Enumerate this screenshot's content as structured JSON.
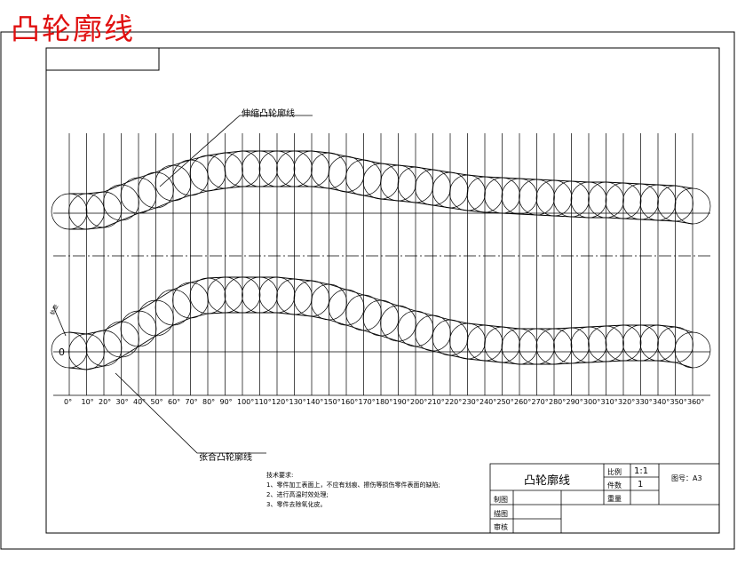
{
  "title": "凸轮廓线",
  "labels": {
    "upper_curve": "伸缩凸轮廓线",
    "lower_curve": "张合凸轮廓线",
    "origin": "0",
    "side_mark": "轨迹"
  },
  "angle_ticks": [
    "0°",
    "10°",
    "20°",
    "30°",
    "40°",
    "50°",
    "60°",
    "70°",
    "80°",
    "90°",
    "100°",
    "110°",
    "120°",
    "130°",
    "140°",
    "150°",
    "160°",
    "170°",
    "180°",
    "190°",
    "200°",
    "210°",
    "220°",
    "230°",
    "240°",
    "250°",
    "260°",
    "270°",
    "280°",
    "290°",
    "300°",
    "310°",
    "320°",
    "330°",
    "340°",
    "350°",
    "360°"
  ],
  "notes": {
    "heading": "技术要求:",
    "items": [
      "1、零件加工表面上，不应有划痕、擦伤等损伤零件表面的缺陷;",
      "2、进行高温时效处理;",
      "3、零件去除氧化皮。"
    ]
  },
  "title_block": {
    "name": "凸轮廓线",
    "scale_label": "比例",
    "scale_value": "1:1",
    "count_label": "件数",
    "count_value": "1",
    "weight_label": "重量",
    "drawing_no": "图号：A3",
    "drawn_by": "制图",
    "drawn_row2": "描图",
    "checked_by": "审核"
  }
}
